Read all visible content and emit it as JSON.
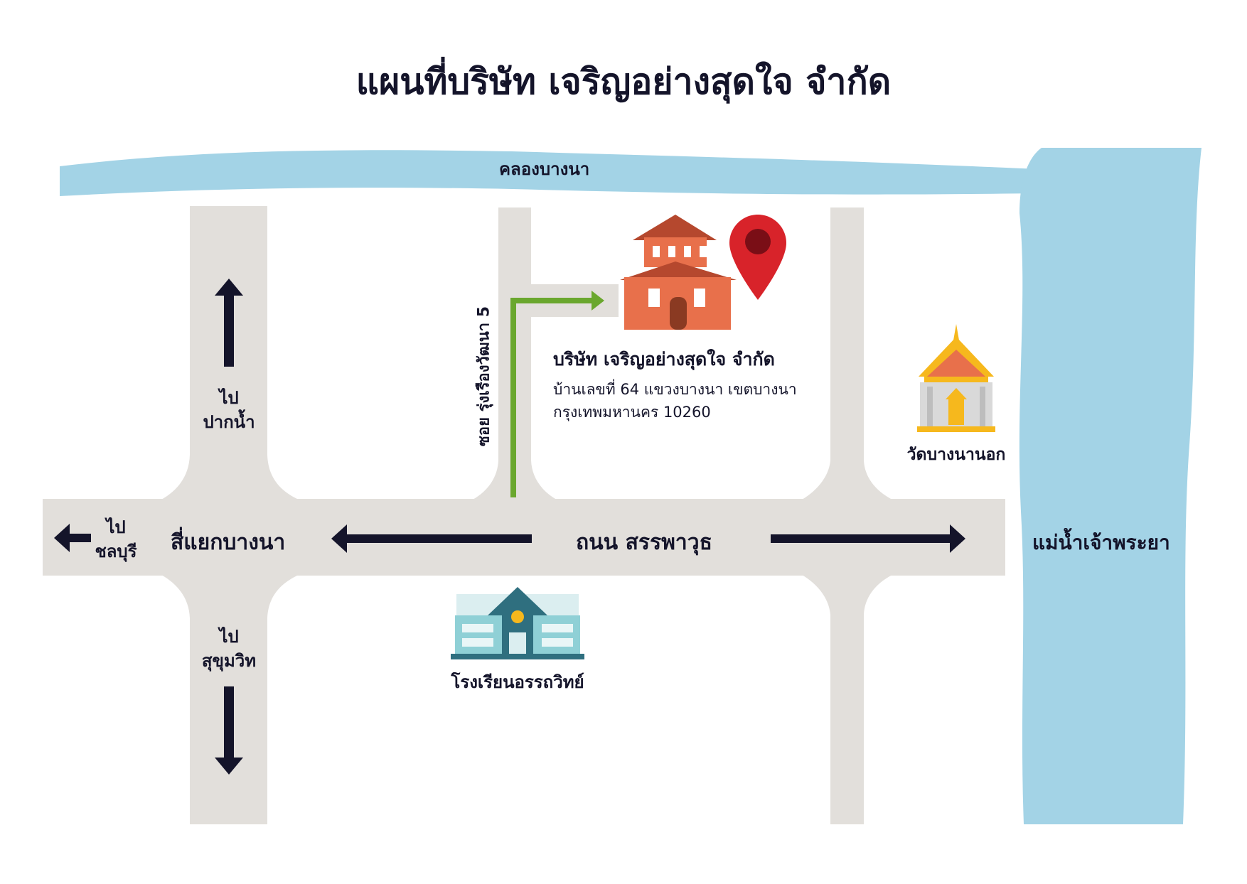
{
  "title": "แผนที่บริษัท เจริญอย่างสุดใจ จำกัด",
  "canal": {
    "label": "คลองบางนา"
  },
  "river": {
    "label": "แม่น้ำเจ้าพระยา"
  },
  "main_road": {
    "label": "ถนน สรรพาวุธ"
  },
  "intersection": {
    "label": "สี่แยกบางนา"
  },
  "soi": {
    "label": "ซอย รุ่งเรืองวัฒนา 5"
  },
  "directions": {
    "north": {
      "line1": "ไป",
      "line2": "ปากน้ำ"
    },
    "west": {
      "line1": "ไป",
      "line2": "ชลบุรี"
    },
    "south": {
      "line1": "ไป",
      "line2": "สุขุมวิท"
    }
  },
  "company": {
    "name": "บริษัท เจริญอย่างสุดใจ จำกัด",
    "address_line1": "บ้านเลขที่ 64 แขวงบางนา เขตบางนา",
    "address_line2": "กรุงเทพมหานคร 10260"
  },
  "temple": {
    "label": "วัดบางนานอก"
  },
  "school": {
    "label": "โรงเรียนอรรถวิทย์"
  },
  "colors": {
    "water": "#a3d3e6",
    "road": "#e2dfdb",
    "route": "#6aa72e",
    "arrow": "#14142a",
    "pin": "#d8232a",
    "building": "#e8704b",
    "roof": "#b5482e",
    "temple_gold": "#f6b81d",
    "school": "#8fd0d6"
  }
}
